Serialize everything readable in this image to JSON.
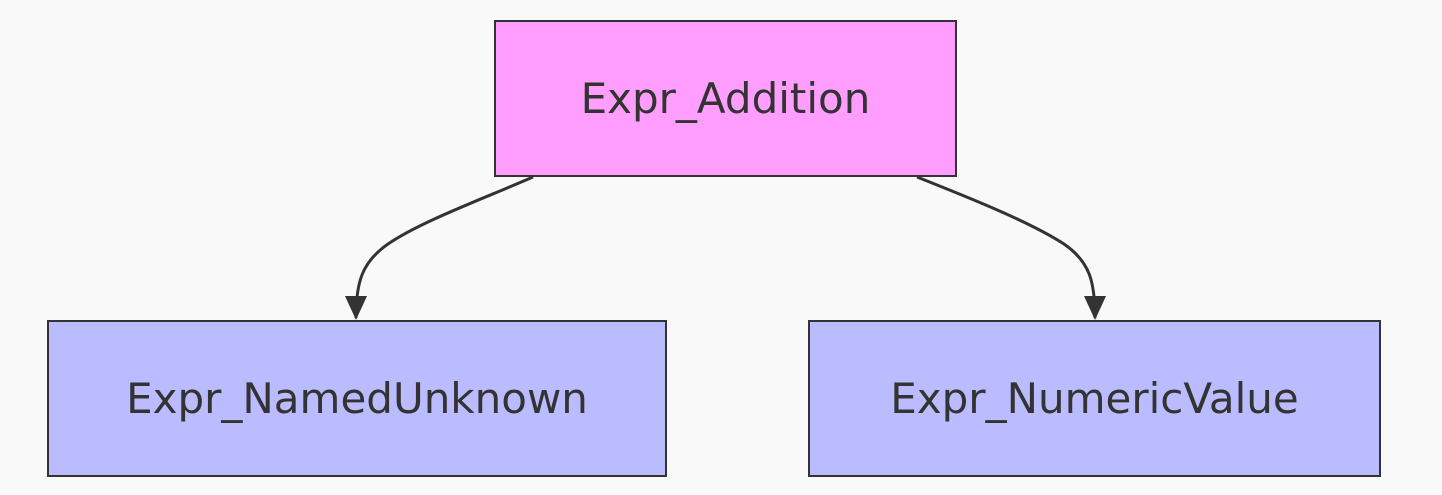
{
  "diagram": {
    "nodes": [
      {
        "id": "root",
        "label": "Expr_Addition",
        "fill": "#ff9eff"
      },
      {
        "id": "left",
        "label": "Expr_NamedUnknown",
        "fill": "#bbbbff"
      },
      {
        "id": "right",
        "label": "Expr_NumericValue",
        "fill": "#bbbbff"
      }
    ],
    "edges": [
      {
        "from": "root",
        "to": "left"
      },
      {
        "from": "root",
        "to": "right"
      }
    ],
    "colors": {
      "background": "#f9f9f9",
      "stroke": "#333333"
    }
  }
}
